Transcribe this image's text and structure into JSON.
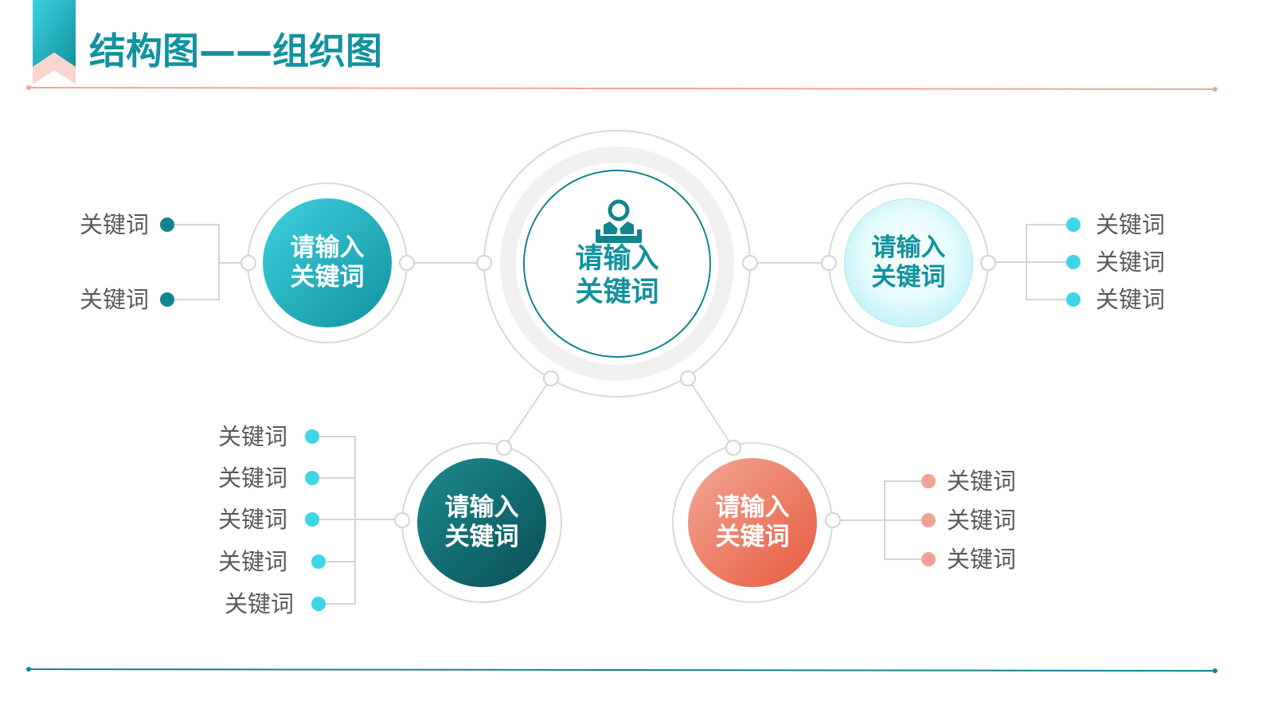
{
  "header": {
    "title": "结构图——组织图"
  },
  "colors": {
    "teal": "#12929e",
    "deep_teal": "#0a4f56",
    "cyan": "#3dd6e6",
    "coral": "#e7593d",
    "salmon": "#f0a392",
    "text_gray": "#595959",
    "ring_gray": "#dcdcdc"
  },
  "center": {
    "line1": "请输入",
    "line2": "关键词",
    "icon": "person-at-desk-icon"
  },
  "nodes": {
    "left": {
      "line1": "请输入",
      "line2": "关键词"
    },
    "right": {
      "line1": "请输入",
      "line2": "关键词"
    },
    "bottom_left": {
      "line1": "请输入",
      "line2": "关键词"
    },
    "bottom_right": {
      "line1": "请输入",
      "line2": "关键词"
    }
  },
  "keywords": {
    "left": [
      "关键词",
      "关键词"
    ],
    "right": [
      "关键词",
      "关键词",
      "关键词"
    ],
    "bottom_left": [
      "关键词",
      "关键词",
      "关键词",
      "关键词",
      "关键词"
    ],
    "bottom_right": [
      "关键词",
      "关键词",
      "关键词"
    ]
  }
}
